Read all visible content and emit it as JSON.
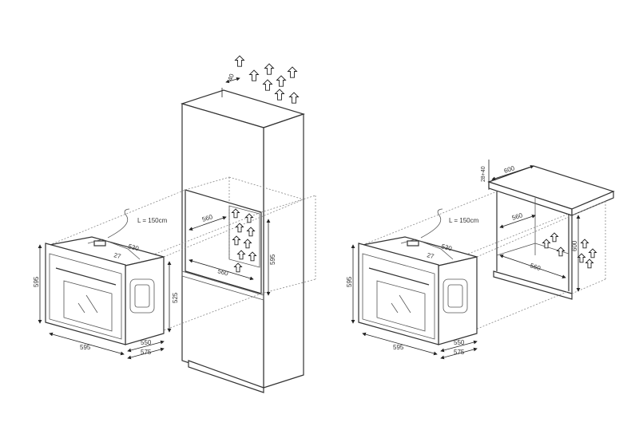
{
  "left_installation": {
    "vent_gap": "40",
    "cable_length": "L = 150cm",
    "oven_depth_top": "530",
    "oven_panel_offset": "27",
    "oven_height": "595",
    "oven_side_height": "525",
    "oven_width": "595",
    "oven_depth_body": "550",
    "oven_depth_total": "575",
    "niche_depth": "560",
    "niche_width": "560",
    "niche_height": "595"
  },
  "right_installation": {
    "counter_gap": "28+40",
    "counter_depth": "600",
    "cable_length": "L = 150cm",
    "oven_depth_top": "530",
    "oven_panel_offset": "27",
    "oven_height": "595",
    "oven_width": "595",
    "oven_depth_body": "550",
    "oven_depth_total": "575",
    "niche_depth": "560",
    "niche_width": "560",
    "niche_height": "600"
  }
}
